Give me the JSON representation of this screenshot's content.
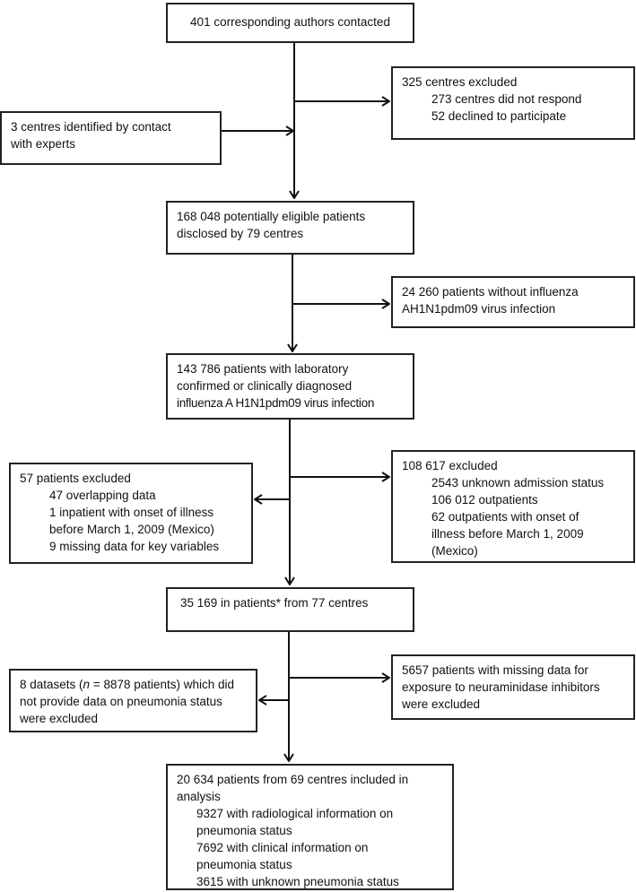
{
  "boxes": {
    "b1": {
      "lines": [
        "401 corresponding authors contacted"
      ]
    },
    "b2": {
      "lines": [
        "325 centres excluded",
        "273 centres did not respond",
        "52 declined to participate"
      ]
    },
    "b3": {
      "lines": [
        "3 centres identified by contact",
        "with experts"
      ]
    },
    "b4": {
      "lines": [
        "168 048 potentially eligible patients",
        "disclosed by 79 centres"
      ]
    },
    "b5": {
      "lines": [
        "24 260 patients without influenza",
        "AH1N1pdm09 virus infection"
      ]
    },
    "b6": {
      "lines": [
        "143 786 patients with laboratory",
        "confirmed or clinically diagnosed",
        "influenza A H1N1pdm09 virus infection"
      ]
    },
    "b7": {
      "lines": [
        "57 patients excluded",
        "47 overlapping data",
        "1 inpatient with onset of illness",
        "before March 1, 2009 (Mexico)",
        "9 missing data for key variables"
      ]
    },
    "b8": {
      "lines": [
        "108 617 excluded",
        "2543 unknown admission status",
        "106 012 outpatients",
        "62 outpatients with onset of",
        "illness before March 1, 2009",
        "(Mexico)"
      ]
    },
    "b9": {
      "lines": [
        "35 169 in patients* from 77 centres"
      ]
    },
    "b10": {
      "pre": "8 datasets (",
      "n": "n",
      "post": " = 8878 patients) which did",
      "lines": [
        "not provide data on pneumonia status",
        "were excluded"
      ]
    },
    "b11": {
      "lines": [
        "5657 patients with missing data for",
        "exposure to neuraminidase inhibitors",
        "were excluded"
      ]
    },
    "b12": {
      "lines": [
        "20 634 patients from 69 centres included in",
        "analysis",
        "9327 with radiological information on",
        "pneumonia status",
        "7692 with clinical information on",
        "pneumonia status",
        "3615 with unknown pneumonia status"
      ]
    }
  }
}
